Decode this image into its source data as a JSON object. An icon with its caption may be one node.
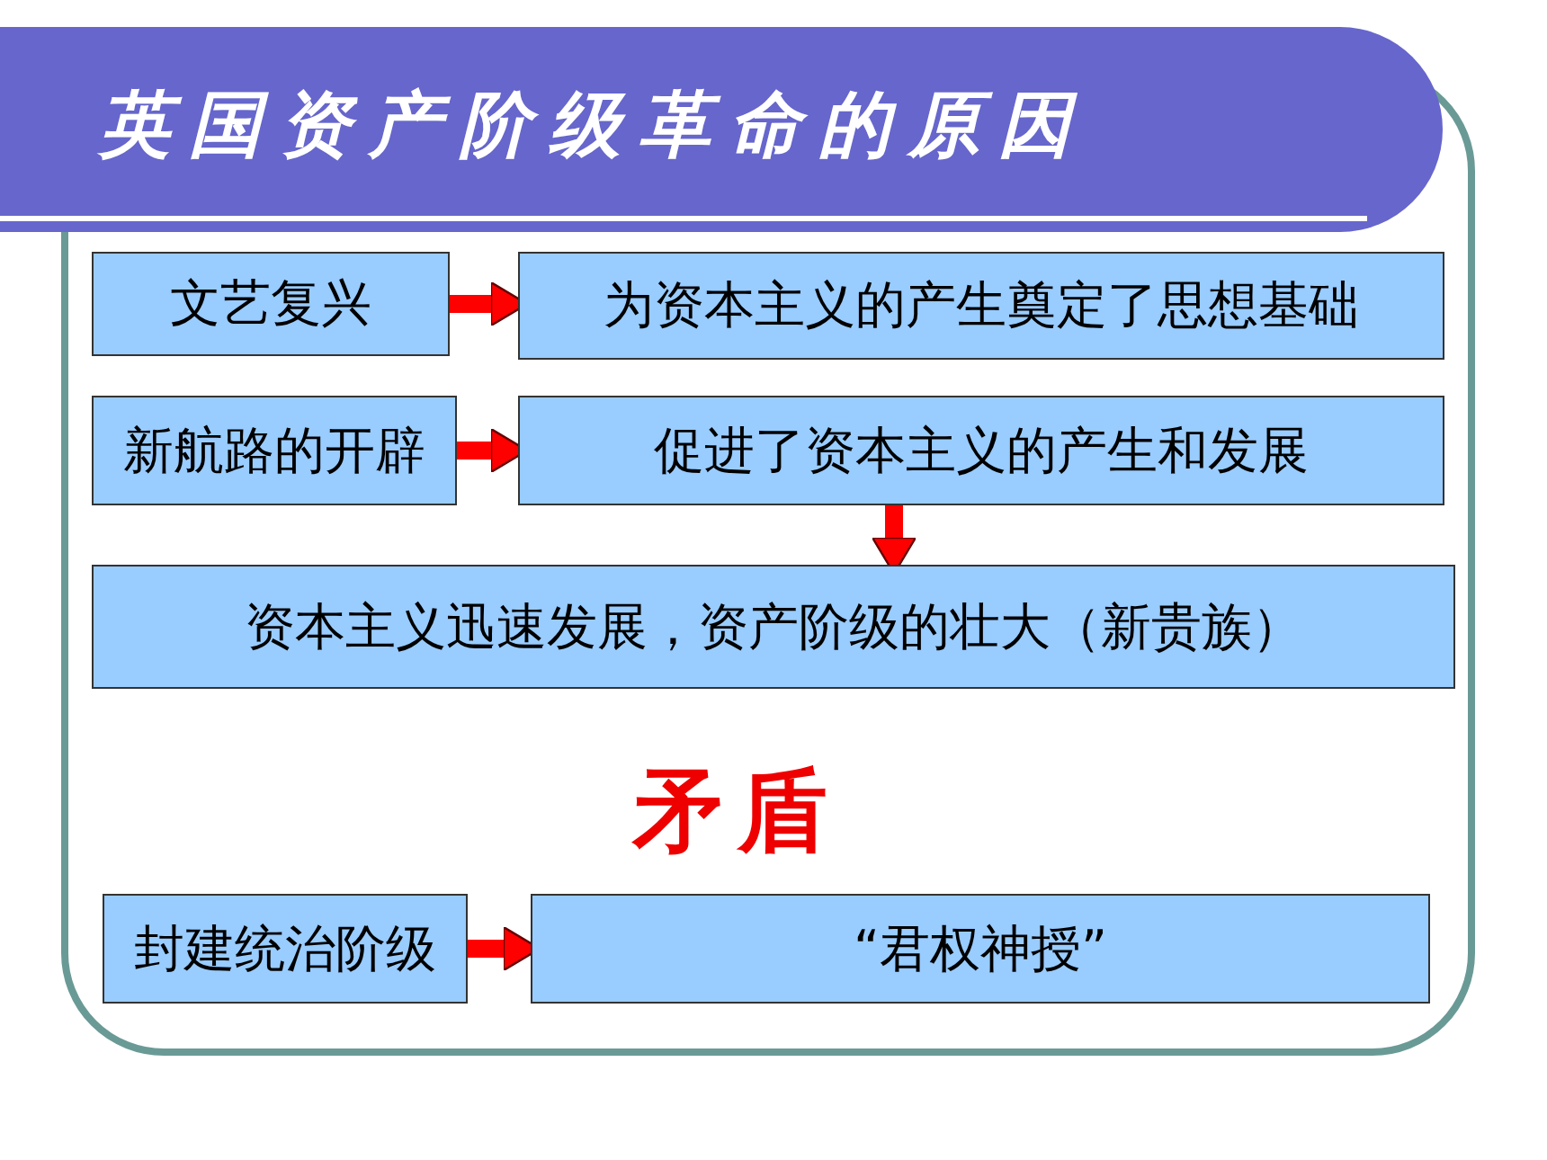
{
  "diagram": {
    "title": "英国资产阶级革命的原因",
    "nodes": [
      {
        "text": [
          "文艺复兴"
        ]
      },
      {
        "text": [
          "为资本主义的产生奠定了思想基础"
        ]
      },
      {
        "text": [
          "新航路的开辟"
        ]
      },
      {
        "text": [
          "促进了资本主义的产生和发展"
        ]
      },
      {
        "text": [
          "资本主义迅速发展，资产阶级的壮大（新贵族）"
        ]
      },
      {
        "text": [
          "封建统治阶级"
        ]
      },
      {
        "text": [
          "“君权神授”"
        ]
      }
    ],
    "edges": [
      {
        "from": 0,
        "to": 1,
        "arrow": "to"
      },
      {
        "from": 2,
        "to": 3,
        "arrow": "to"
      },
      {
        "from": 3,
        "to": 4,
        "arrow": "to"
      },
      {
        "from": 5,
        "to": 6,
        "arrow": "to"
      }
    ],
    "labels": [
      "矛盾"
    ]
  }
}
